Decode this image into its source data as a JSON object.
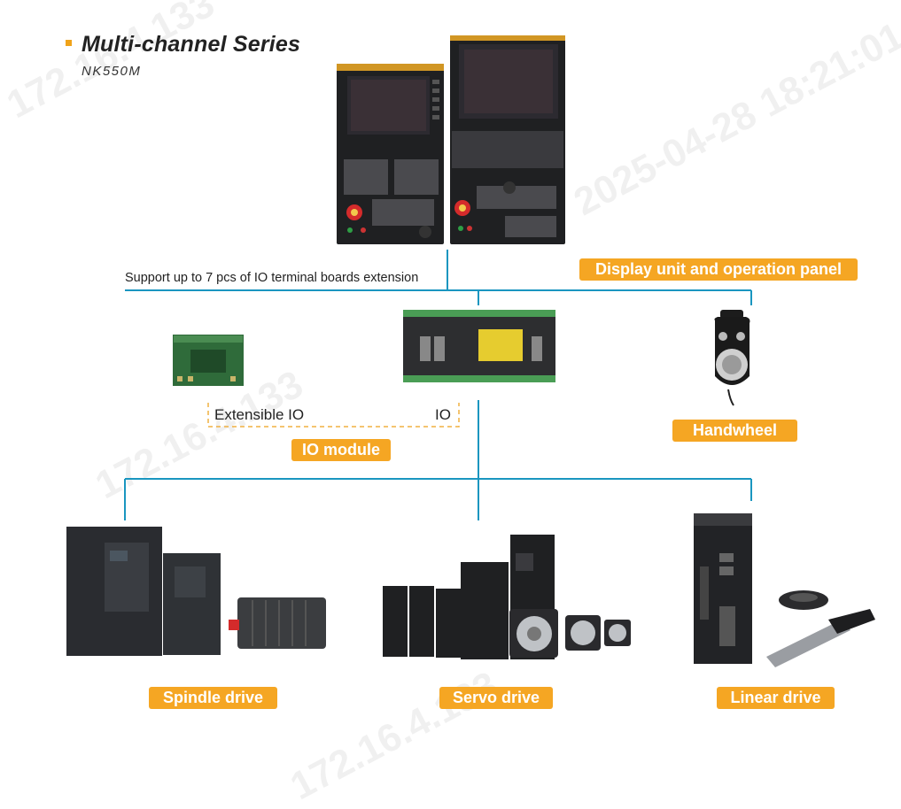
{
  "header": {
    "title": "Multi-channel Series",
    "subtitle": "NK550M"
  },
  "annotations": {
    "support_text": "Support up to 7 pcs of IO terminal boards extension",
    "extensible_io": "Extensible IO",
    "io": "IO"
  },
  "labels": {
    "display_unit": "Display unit and operation panel",
    "io_module": "IO module",
    "handwheel": "Handwheel",
    "spindle_drive": "Spindle drive",
    "servo_drive": "Servo drive",
    "linear_drive": "Linear drive"
  },
  "watermarks": [
    "172.16.4.133",
    "2025-04-28 18:21:01"
  ],
  "colors": {
    "line": "#1a96c0",
    "label_bg": "#f5a623",
    "dashed": "#f0b040"
  }
}
